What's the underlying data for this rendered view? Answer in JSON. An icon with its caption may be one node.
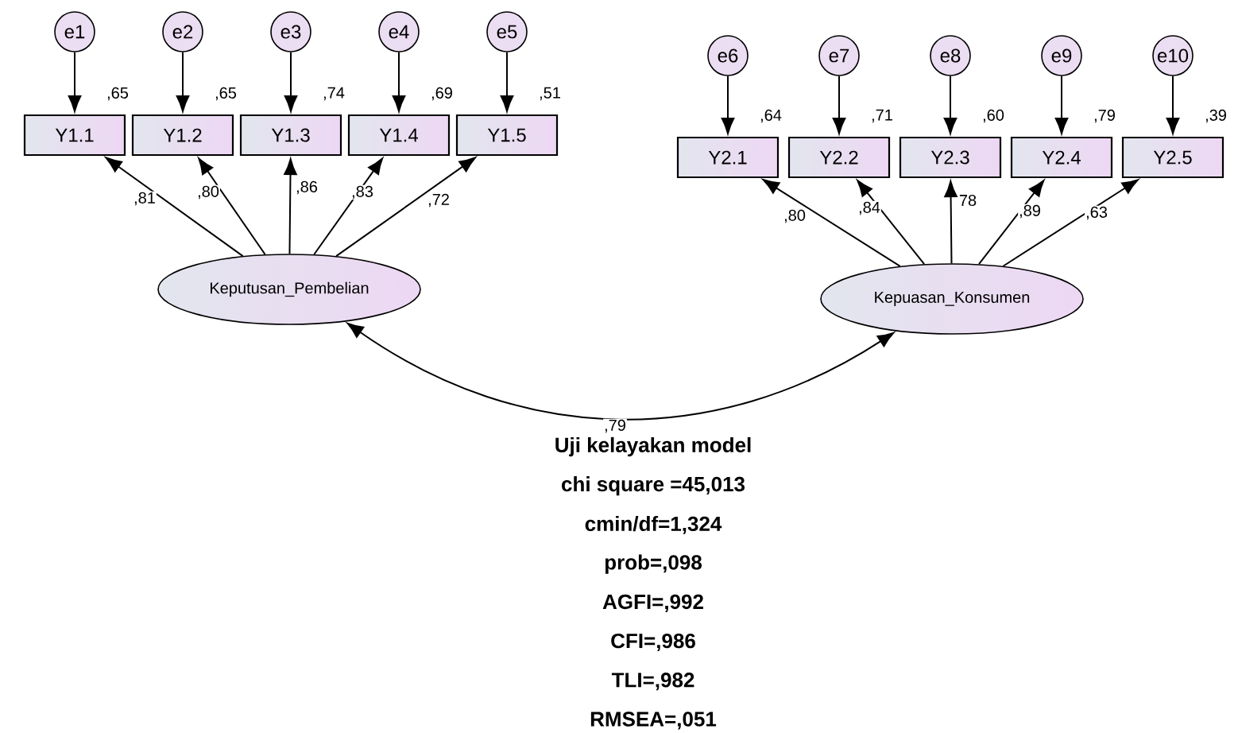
{
  "diagram": {
    "nodes": [
      {
        "text": [
          "e1"
        ]
      },
      {
        "text": [
          "e2"
        ]
      },
      {
        "text": [
          "e3"
        ]
      },
      {
        "text": [
          "e4"
        ]
      },
      {
        "text": [
          "e5"
        ]
      },
      {
        "text": [
          "Y1.1"
        ],
        "beside": [
          ",65"
        ]
      },
      {
        "text": [
          "Y1.2"
        ],
        "beside": [
          ",65"
        ]
      },
      {
        "text": [
          "Y1.3"
        ],
        "beside": [
          ",74"
        ]
      },
      {
        "text": [
          "Y1.4"
        ],
        "beside": [
          ",69"
        ]
      },
      {
        "text": [
          "Y1.5"
        ],
        "beside": [
          ",51"
        ]
      },
      {
        "text": [
          "Keputusan_Pembelian"
        ]
      },
      {
        "text": [
          "e6"
        ]
      },
      {
        "text": [
          "e7"
        ]
      },
      {
        "text": [
          "e8"
        ]
      },
      {
        "text": [
          "e9"
        ]
      },
      {
        "text": [
          "e10"
        ]
      },
      {
        "text": [
          "Y2.1"
        ],
        "beside": [
          ",64"
        ]
      },
      {
        "text": [
          "Y2.2"
        ],
        "beside": [
          ",71"
        ]
      },
      {
        "text": [
          "Y2.3"
        ],
        "beside": [
          ",60"
        ]
      },
      {
        "text": [
          "Y2.4"
        ],
        "beside": [
          ",79"
        ]
      },
      {
        "text": [
          "Y2.5"
        ],
        "beside": [
          ",39"
        ]
      },
      {
        "text": [
          "Kepuasan_Konsumen"
        ]
      }
    ],
    "edges": [
      {
        "from": 0,
        "to": 5,
        "arrow": "to"
      },
      {
        "from": 1,
        "to": 6,
        "arrow": "to"
      },
      {
        "from": 2,
        "to": 7,
        "arrow": "to"
      },
      {
        "from": 3,
        "to": 8,
        "arrow": "to"
      },
      {
        "from": 4,
        "to": 9,
        "arrow": "to"
      },
      {
        "from": 10,
        "to": 5,
        "arrow": "to",
        "label": ",81"
      },
      {
        "from": 10,
        "to": 6,
        "arrow": "to",
        "label": ",80"
      },
      {
        "from": 10,
        "to": 7,
        "arrow": "to",
        "label": ",86"
      },
      {
        "from": 10,
        "to": 8,
        "arrow": "to",
        "label": ",83"
      },
      {
        "from": 10,
        "to": 9,
        "arrow": "to",
        "label": ",72"
      },
      {
        "from": 11,
        "to": 16,
        "arrow": "to"
      },
      {
        "from": 12,
        "to": 17,
        "arrow": "to"
      },
      {
        "from": 13,
        "to": 18,
        "arrow": "to"
      },
      {
        "from": 14,
        "to": 19,
        "arrow": "to"
      },
      {
        "from": 15,
        "to": 20,
        "arrow": "to"
      },
      {
        "from": 21,
        "to": 16,
        "arrow": "to",
        "label": ",80"
      },
      {
        "from": 21,
        "to": 17,
        "arrow": "to",
        "label": ",84"
      },
      {
        "from": 21,
        "to": 18,
        "arrow": "to",
        "label": "78"
      },
      {
        "from": 21,
        "to": 19,
        "arrow": "to",
        "label": ",89"
      },
      {
        "from": 21,
        "to": 20,
        "arrow": "to",
        "label": ",63"
      },
      {
        "from": 10,
        "to": 21,
        "arrow": "both",
        "label": ",79"
      }
    ],
    "labels": [
      "Uji kelayakan model",
      "chi square =45,013",
      "cmin/df=1,324",
      "prob=,098",
      "AGFI=,992",
      "CFI=,986",
      "TLI=,982",
      "RMSEA=,051"
    ]
  }
}
